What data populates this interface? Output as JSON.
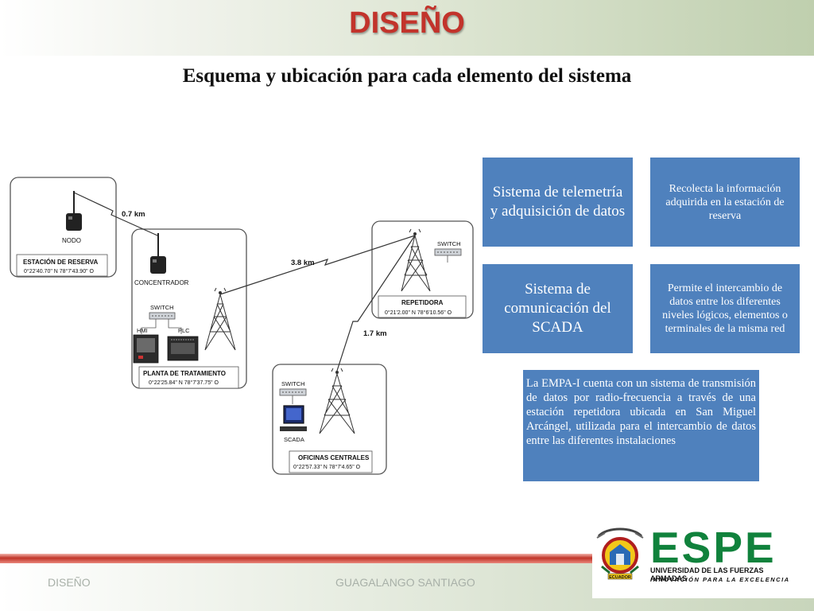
{
  "slide": {
    "title": "DISEÑO",
    "subtitle": "Esquema y ubicación para cada elemento del sistema"
  },
  "diagram": {
    "nodes": {
      "estacion_reserva": {
        "name": "ESTACIÓN DE RESERVA",
        "coords": "0°22'40.70\" N  78°7'43.90\" O",
        "device": "NODO"
      },
      "planta": {
        "name": "PLANTA DE TRATAMIENTO",
        "coords": "0°22'25.84\" N  78°7'37.75\" O",
        "devices": [
          "CONCENTRADOR",
          "SWITCH",
          "HMI",
          "PLC"
        ]
      },
      "repetidora": {
        "name": "REPETIDORA",
        "coords": "0°21'2.00\" N  78°6'10.56\" O",
        "device": "SWITCH"
      },
      "oficinas": {
        "name": "OFICINAS CENTRALES",
        "coords": "0°22'57.33\" N  78°7'4.65\" O",
        "devices": [
          "SWITCH",
          "SCADA"
        ]
      }
    },
    "links": [
      "0.7 km",
      "3.8 km",
      "1.7 km"
    ]
  },
  "boxes": {
    "telemetria": "Sistema de telemetría y adquisición de datos",
    "telemetria_desc": "Recolecta la información adquirida en la estación de reserva",
    "comunicacion": "Sistema de comunicación del SCADA",
    "comunicacion_desc": "Permite el intercambio de datos entre los diferentes niveles lógicos, elementos o terminales de la misma red",
    "empa": "La EMPA-I cuenta con un sistema de transmisión de datos por radio-frecuencia a través de una estación repetidora ubicada en San Miguel Arcángel, utilizada para el intercambio de datos entre las diferentes instalaciones"
  },
  "footer": {
    "left": "DISEÑO",
    "center": "GUAGALANGO SANTIAGO"
  },
  "logo": {
    "word": "ESPE",
    "line1": "UNIVERSIDAD DE LAS FUERZAS ARMADAS",
    "line2": "INNOVACIÓN PARA LA EXCELENCIA",
    "shield_text": "ECUADOR"
  },
  "colors": {
    "title_red": "#c2332b",
    "box_blue": "#4f81bd",
    "espe_green": "#10823c",
    "footer_red": "#c03428"
  }
}
